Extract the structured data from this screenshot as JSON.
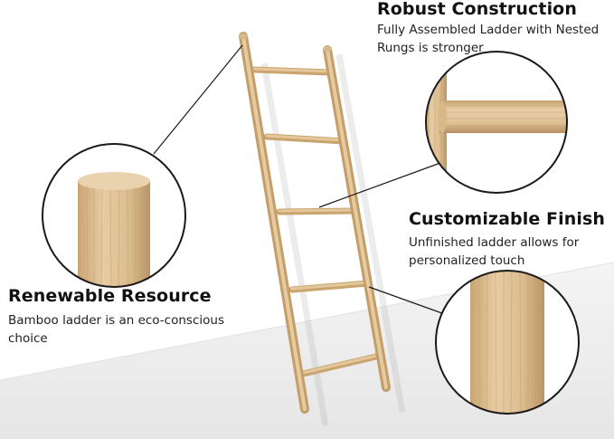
{
  "features": {
    "robust": {
      "title": "Robust Construction",
      "description": "Fully Assembled Ladder with Nested Rungs is stronger"
    },
    "custom": {
      "title": "Customizable Finish",
      "description": "Unfinished ladder allows for personalized touch"
    },
    "renew": {
      "title": "Renewable Resource",
      "description": "Bamboo ladder is an eco-conscious choice"
    }
  },
  "colors": {
    "bamboo_light": "#e2c79e",
    "bamboo_mid": "#d3b283",
    "bamboo_dark": "#b8935f",
    "floor": "#ececec",
    "circle_border": "#1a1a1a"
  },
  "icons": {
    "ladder": "bamboo-ladder-illustration",
    "zoom_rung": "nested-rung-closeup",
    "zoom_post": "bamboo-post-closeup",
    "zoom_finish": "unfinished-wood-closeup"
  }
}
